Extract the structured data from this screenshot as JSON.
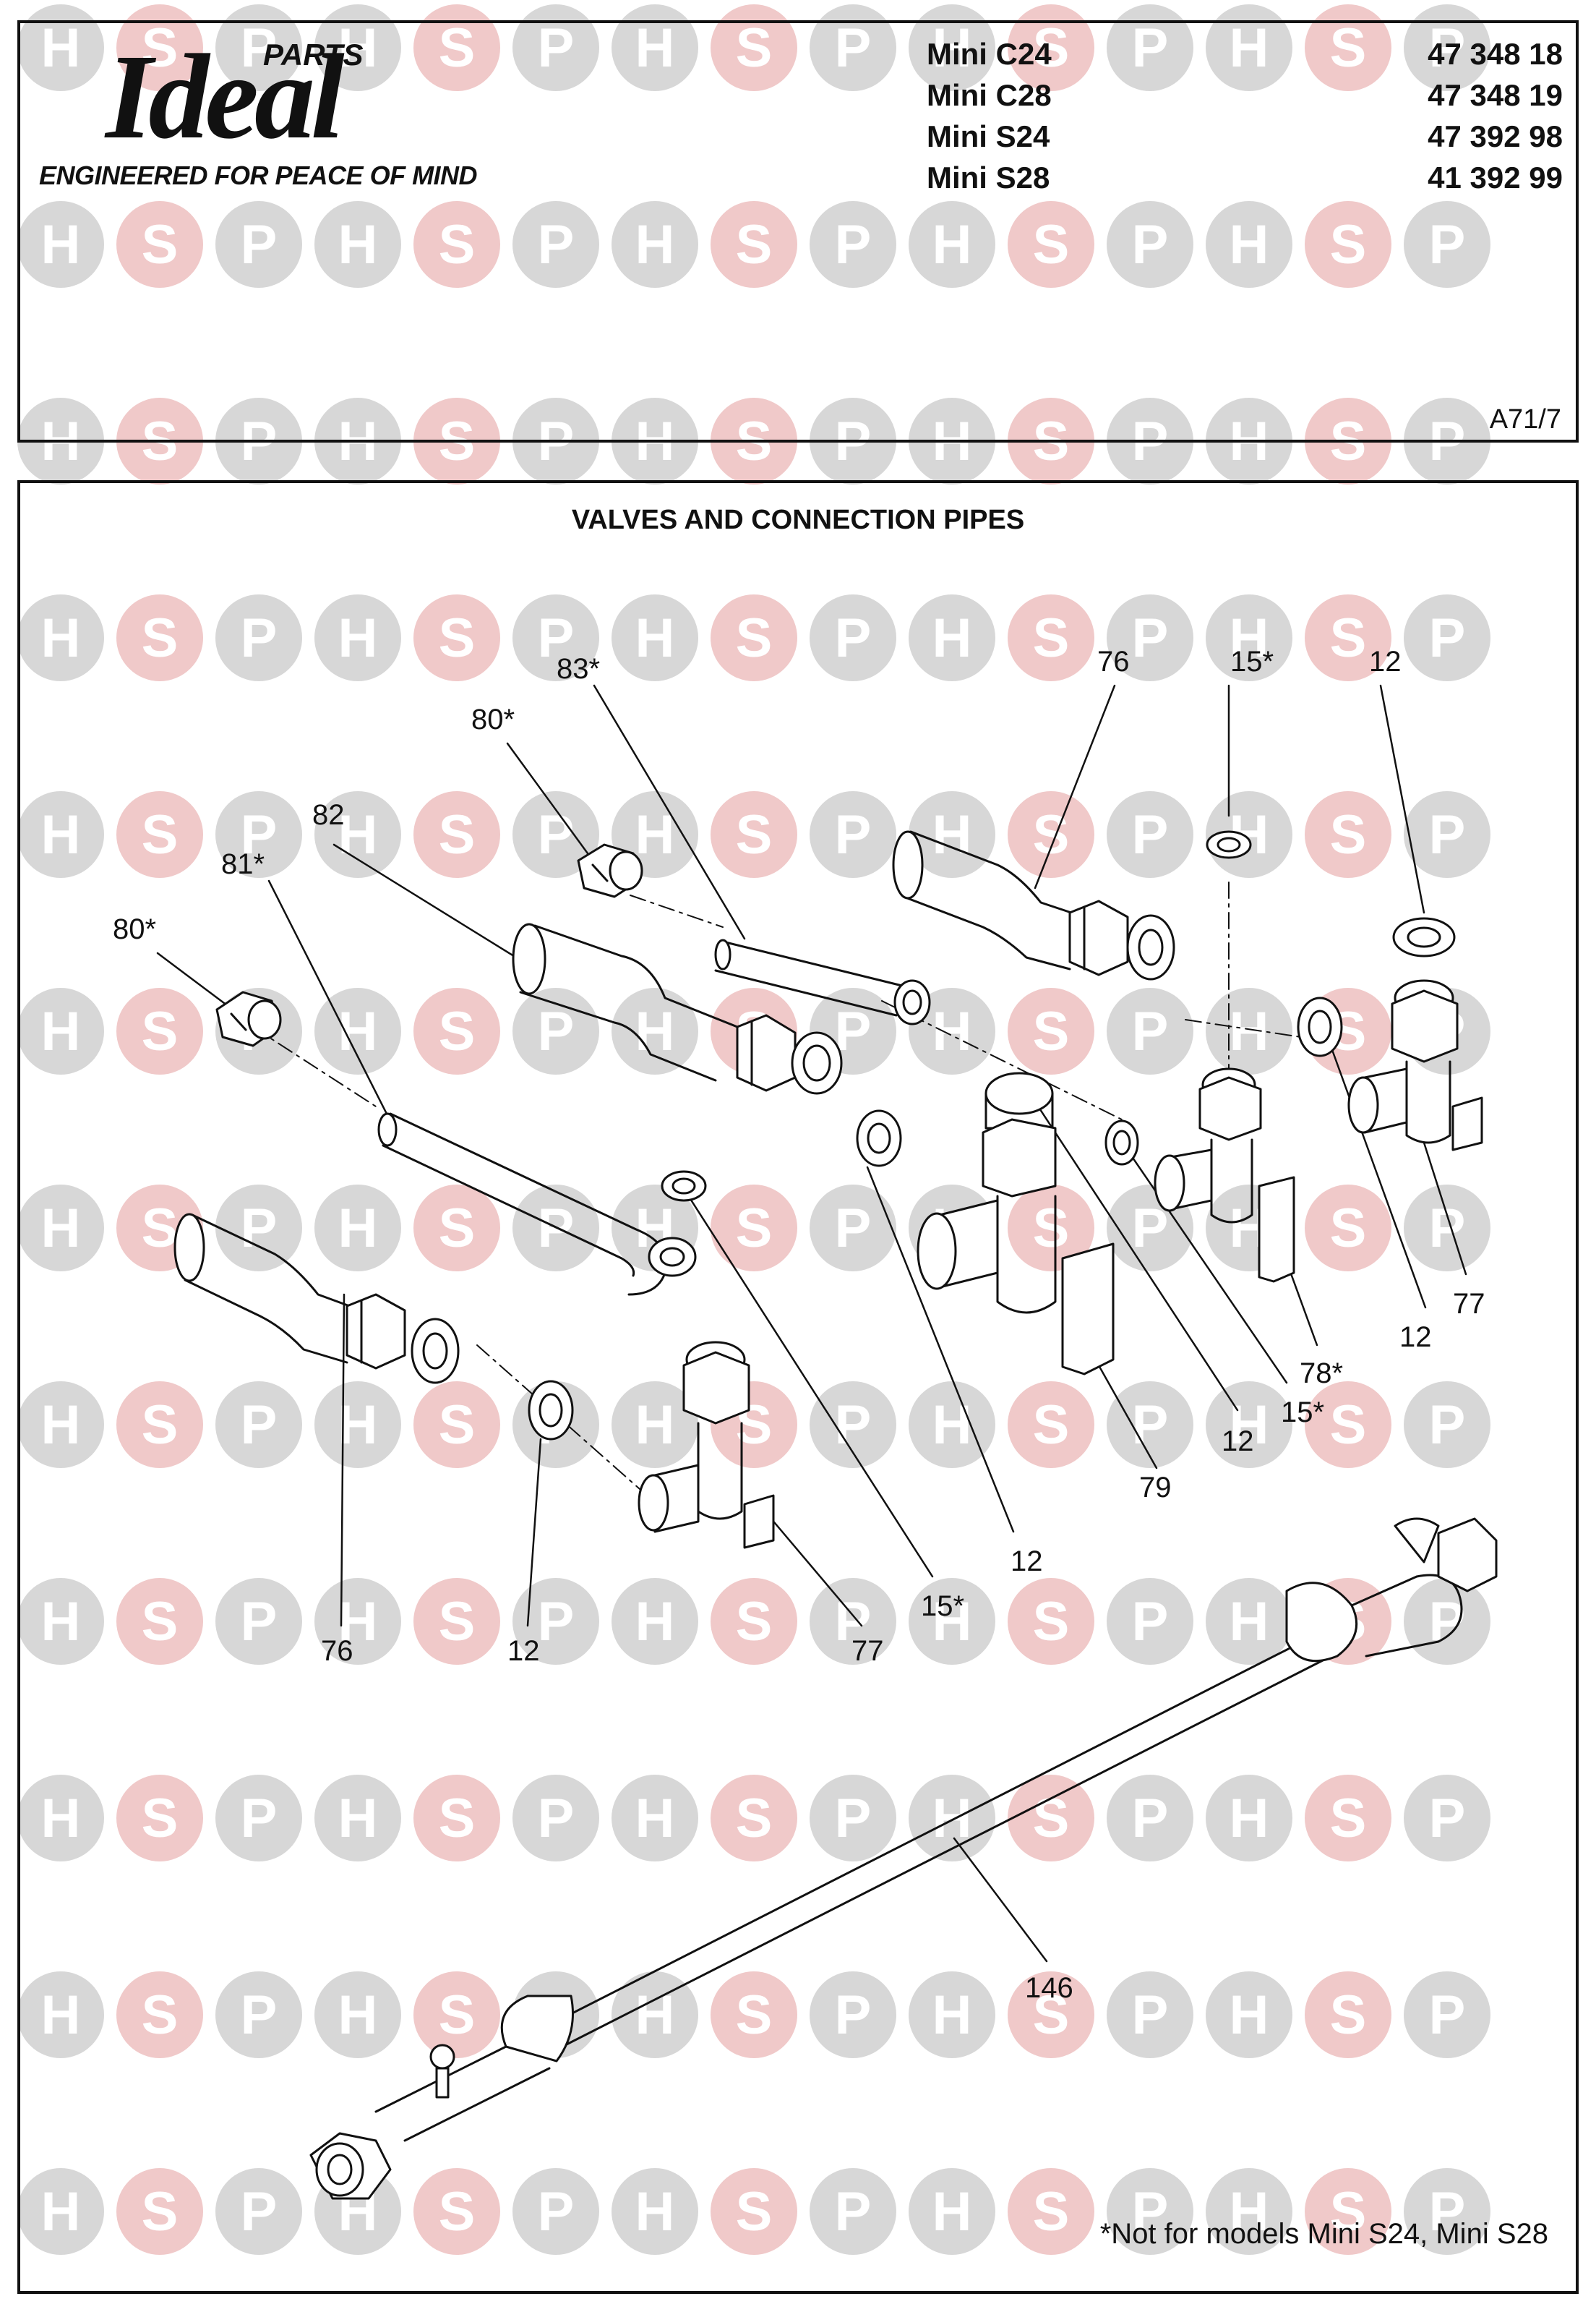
{
  "brand": {
    "name": "Ideal",
    "parts_label": "PARTS",
    "tagline": "ENGINEERED FOR PEACE OF MIND"
  },
  "models": [
    {
      "name": "Mini C24",
      "code": "47 348 18"
    },
    {
      "name": "Mini C28",
      "code": "47 348 19"
    },
    {
      "name": "Mini S24",
      "code": "47 392 98"
    },
    {
      "name": "Mini S28",
      "code": "41 392 99"
    }
  ],
  "page_ref": "A71/7",
  "diagram": {
    "title": "VALVES AND CONNECTION PIPES",
    "footnote": "*Not for models Mini S24, Mini S28",
    "callouts": [
      {
        "id": "c-83",
        "text": "83*"
      },
      {
        "id": "c-80a",
        "text": "80*"
      },
      {
        "id": "c-82",
        "text": "82"
      },
      {
        "id": "c-81",
        "text": "81*"
      },
      {
        "id": "c-80b",
        "text": "80*"
      },
      {
        "id": "c-76a",
        "text": "76"
      },
      {
        "id": "c-15a",
        "text": "15*"
      },
      {
        "id": "c-12a",
        "text": "12"
      },
      {
        "id": "c-12b",
        "text": "12"
      },
      {
        "id": "c-77a",
        "text": "77"
      },
      {
        "id": "c-78",
        "text": "78*"
      },
      {
        "id": "c-15b",
        "text": "15*"
      },
      {
        "id": "c-12c",
        "text": "12"
      },
      {
        "id": "c-79",
        "text": "79"
      },
      {
        "id": "c-12d",
        "text": "12"
      },
      {
        "id": "c-76b",
        "text": "76"
      },
      {
        "id": "c-12e",
        "text": "12"
      },
      {
        "id": "c-77b",
        "text": "77"
      },
      {
        "id": "c-15c",
        "text": "15*"
      },
      {
        "id": "c-146",
        "text": "146"
      }
    ]
  },
  "watermark": {
    "letters": [
      "H",
      "S",
      "P"
    ],
    "colors": {
      "gray": "#d7d7d7",
      "red": "#f0c9c9",
      "text": "#ffffff"
    }
  }
}
